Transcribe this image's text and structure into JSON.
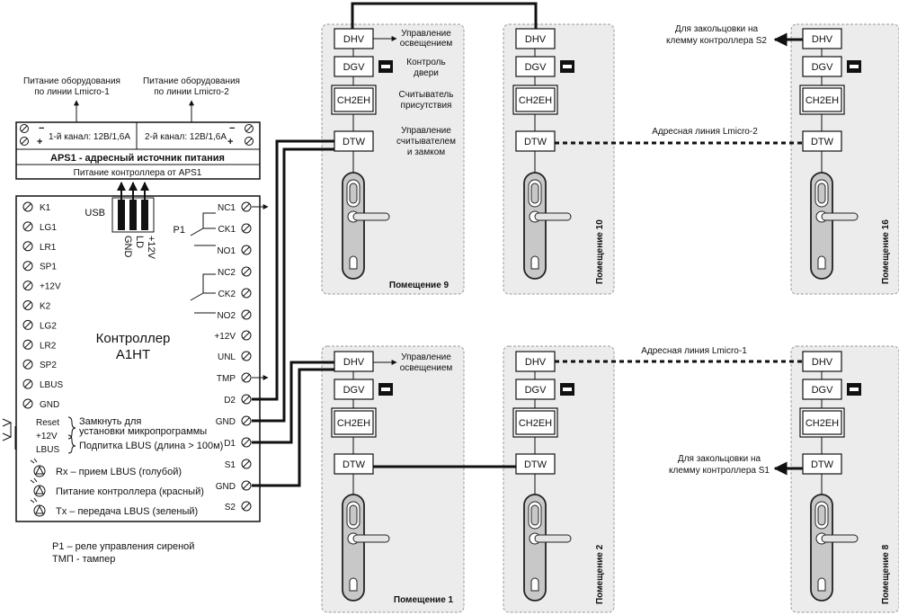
{
  "aps": {
    "power_label_1": "Питание оборудования",
    "power_line_1": "по линии Lmicro-1",
    "power_label_2": "Питание оборудования",
    "power_line_2": "по линии Lmicro-2",
    "channel_1": "1-й канал: 12В/1,6А",
    "channel_2": "2-й канал: 12В/1,6А",
    "title": "APS1 - адресный источник питания",
    "controller_power": "Питание контроллера от APS1"
  },
  "controller": {
    "usb": "USB",
    "name_line1": "Контроллер",
    "name_line2": "A1HT",
    "usb_pins": [
      "GND",
      "LD",
      "+12V"
    ],
    "relay_label": "P1",
    "left_terminals": [
      "K1",
      "LG1",
      "LR1",
      "SP1",
      "+12V",
      "K2",
      "LG2",
      "LR2",
      "SP2",
      "LBUS",
      "GND"
    ],
    "right_terminals": [
      "NC1",
      "CK1",
      "NO1",
      "NC2",
      "CK2",
      "NO2",
      "+12V",
      "UNL",
      "TMP",
      "D2",
      "GND",
      "D1",
      "S1",
      "GND",
      "S2"
    ],
    "jumper_pins": [
      "Reset",
      "+12V",
      "LBUS"
    ],
    "jumper_note_1": "Замкнуть для",
    "jumper_note_2": "установки микропрограммы",
    "jumper_note_3": "Подпитка LBUS (длина > 100м)",
    "leds": [
      "Rx – прием LBUS (голубой)",
      "Питание контроллера (красный)",
      "Tx – передача LBUS (зеленый)"
    ]
  },
  "legend": {
    "p1": "P1    – реле управления сиреной",
    "tmp": "ТМП - тампер"
  },
  "modules": {
    "dhv": "DHV",
    "dgv": "DGV",
    "ch2eh": "CH2EH",
    "dtw": "DTW"
  },
  "annotations": {
    "lighting_1": "Управление",
    "lighting_2": "освещением",
    "door_1": "Контроль",
    "door_2": "двери",
    "presence_1": "Считыватель",
    "presence_2": "присутствия",
    "reader_1": "Управление",
    "reader_2": "считывателем",
    "reader_3": "и замком",
    "lighting_b_1": "Управление",
    "lighting_b_2": "освещением",
    "loop_s2_1": "Для закольцовки на",
    "loop_s2_2": "клемму контроллера S2",
    "loop_s1_1": "Для закольцовки на",
    "loop_s1_2": "клемму контроллера S1",
    "line_2": "Адресная линия Lmicro-2",
    "line_1": "Адресная линия Lmicro-1"
  },
  "rooms": {
    "room_9": "Помещение 9",
    "room_10": "Помещение 10",
    "room_16": "Помещение 16",
    "room_1": "Помещение 1",
    "room_2": "Помещение 2",
    "room_8": "Помещение 8"
  }
}
